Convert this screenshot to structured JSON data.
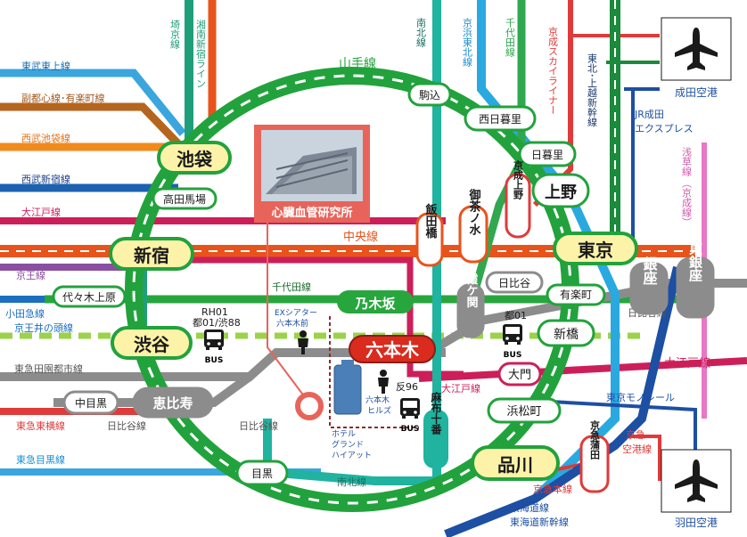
{
  "map": {
    "institute": "心臓血管研究所",
    "yamanote_label": "山手線",
    "airports": {
      "narita": "成田空港",
      "haneda": "羽田空港"
    },
    "bus_label": "BUS",
    "route_note_1": "RH01",
    "route_note_2": "都01/渋88",
    "route_note_3": "都01",
    "route_note_4": "反96",
    "ex_theater_1": "EXシアター",
    "ex_theater_2": "六本木前",
    "roppongi_hills_1": "六本木",
    "roppongi_hills_2": "ヒルズ",
    "grand_hyatt_1": "ホテル",
    "grand_hyatt_2": "グランド",
    "grand_hyatt_3": "ハイアット",
    "narita_express_1": "JR成田",
    "narita_express_2": "エクスプレス",
    "hibiya_line_jp": "日比谷線"
  },
  "lines": {
    "tobu_tojo": "東武東上線",
    "fukutoshin": "副都心線･有楽町線",
    "seibu_ikebukuro": "西武池袋線",
    "seibu_shinjuku": "西武新宿線",
    "oedo_top": "大江戸線",
    "keio": "京王線",
    "odakyu": "小田急線",
    "keio_inokashira": "京王井の頭線",
    "tokyu_denentoshi": "東急田園都市線",
    "tokyu_toyoko": "東急東横線",
    "tokyu_meguro": "東急目黒線",
    "hibiya_a": "日比谷線",
    "hibiya_b": "日比谷線",
    "hibiya_c": "日比谷線",
    "chiyoda_mid": "千代田線",
    "chuo": "中央線",
    "oedo_mid": "大江戸線",
    "oedo_right": "大江戸線",
    "namboku_bottom": "南北線",
    "tokyo_monorail": "東京モノレール",
    "keikyu_line": "京急本線",
    "tokaido_1": "東海道線",
    "tokaido_2": "東海道新幹線",
    "keikyu_airport_1": "京急",
    "keikyu_airport_2": "空港線",
    "saikyo_v": "埼京線",
    "shonan_v": "湘南新宿ライン",
    "namboku_v": "南北線",
    "keihin_v": "京浜東北線",
    "chiyoda_v": "千代田線",
    "keisei_sky_v": "京成スカイライナー",
    "tohoku_v": "東北･上越新幹線",
    "asakusa_v1": "浅草線",
    "asakusa_v2": "（京成線）"
  },
  "stations": {
    "ikebukuro": "池袋",
    "shinjuku": "新宿",
    "shibuya": "渋谷",
    "tokyo": "東京",
    "shinagawa": "品川",
    "roppongi": "六本木",
    "takadanobaba": "高田馬場",
    "komagome": "駒込",
    "nishinippori": "西日暮里",
    "nippori": "日暮里",
    "ueno": "上野",
    "keisei_ueno": "京成上野",
    "iidabashi": "飯田橋",
    "ochanomizu": "御茶ノ水",
    "hibiya": "日比谷",
    "yurakucho": "有楽町",
    "ginza": "銀座",
    "higashiginza": "東銀座",
    "nogizaka": "乃木坂",
    "kasumigaseki": "霞ケ関",
    "shimbashi": "新橋",
    "daimon": "大門",
    "hamamatsucho": "浜松町",
    "yoyogiuehara": "代々木上原",
    "nakameguro": "中目黒",
    "ebisu": "恵比寿",
    "meguro": "目黒",
    "azabujuban": "麻布十番",
    "keikyukamata": "京急蒲田"
  },
  "colors": {
    "yamanote": "#22a23c",
    "chuo": "#e8531c",
    "hibiya": "#9a9ea3",
    "chiyoda": "#28a63e",
    "oedo": "#cc1f5a",
    "namboku": "#1fb3a0",
    "keihin": "#29a9e0",
    "tokaido": "#1d4fa3",
    "tohoku": "#1b8a3c",
    "keisei": "#e03a3a",
    "asakusa": "#e877c6",
    "roppongi_label": "#d92b1e",
    "major_station_fill": "#fdf3a8"
  },
  "icons": [
    "airplane-icon",
    "bus-icon",
    "person-icon",
    "building-photo"
  ]
}
